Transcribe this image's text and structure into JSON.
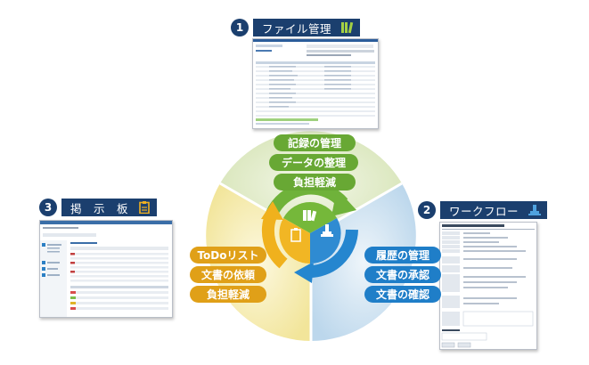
{
  "sections": [
    {
      "number": "1",
      "title": "ファイル管理",
      "icon": "books-icon"
    },
    {
      "number": "2",
      "title": "ワークフロー",
      "icon": "stamp-icon"
    },
    {
      "number": "3",
      "title": "掲　示　板",
      "icon": "clipboard-icon"
    }
  ],
  "pills": {
    "green": [
      "記録の管理",
      "データの整理",
      "負担軽減"
    ],
    "yellow": [
      "ToDoリスト",
      "文書の依頼",
      "負担軽減"
    ],
    "blue": [
      "履歴の管理",
      "文書の承認",
      "文書の確認"
    ]
  },
  "colors": {
    "navy": "#1b3f6e",
    "green": "#68a834",
    "yellow": "#e0a018",
    "blue": "#1f7ec8",
    "green_sector": "#dfe9c6",
    "yellow_sector": "#f6edb8",
    "blue_sector": "#cfe2f0"
  }
}
